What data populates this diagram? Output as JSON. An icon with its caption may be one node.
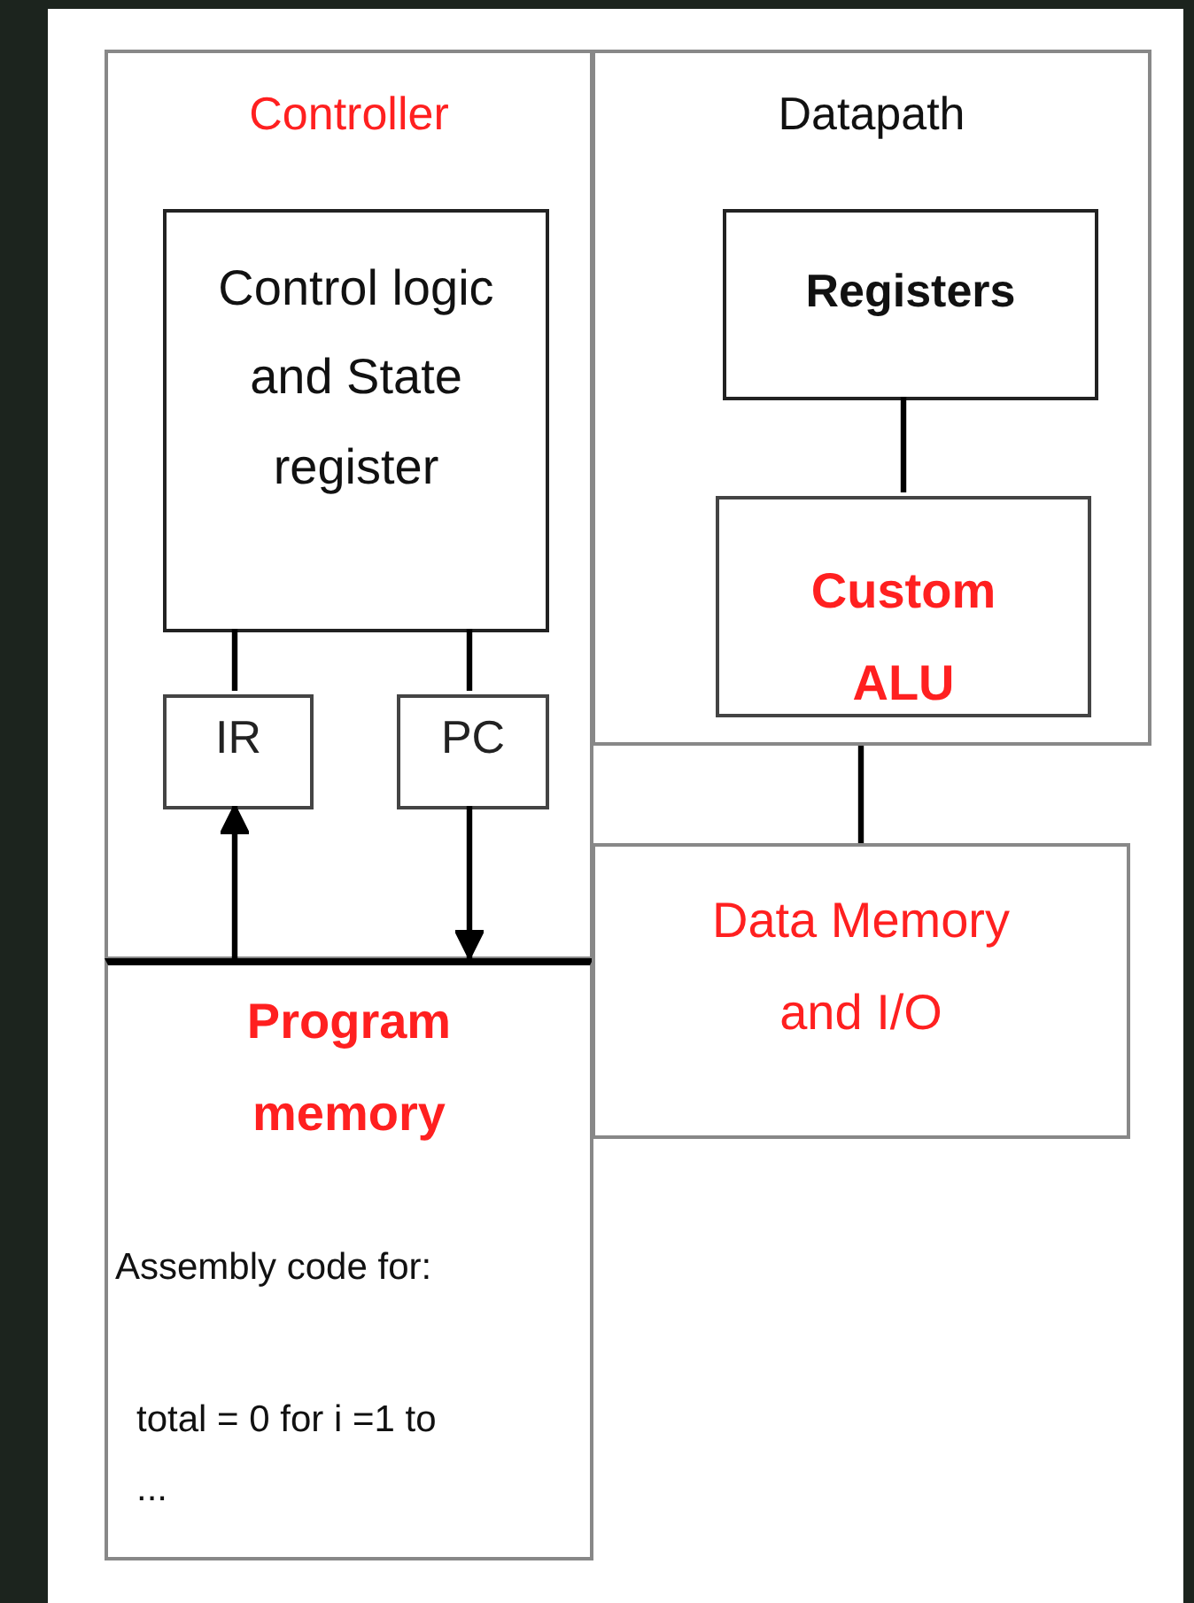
{
  "diagram": {
    "nodes": [
      {
        "text": [
          "Controller"
        ]
      },
      {
        "text": [
          "Control logic and State register"
        ],
        "in": 0
      },
      {
        "text": [
          "IR"
        ],
        "in": 0
      },
      {
        "text": [
          "PC"
        ],
        "in": 0
      },
      {
        "text": [
          "Datapath"
        ]
      },
      {
        "text": [
          "Registers"
        ],
        "in": 4
      },
      {
        "text": [
          "Custom ALU"
        ],
        "in": 4
      },
      {
        "text": [
          "Program memory",
          "Assembly code for:",
          "total = 0 for i =1 to ..."
        ]
      },
      {
        "text": [
          "Data Memory and I/O"
        ]
      }
    ],
    "edges": [
      {
        "from": 1,
        "to": 2,
        "arrow": "none"
      },
      {
        "from": 1,
        "to": 3,
        "arrow": "none"
      },
      {
        "from": 7,
        "to": 2,
        "arrow": "to"
      },
      {
        "from": 3,
        "to": 7,
        "arrow": "to"
      },
      {
        "from": 5,
        "to": 6,
        "arrow": "none"
      },
      {
        "from": 4,
        "to": 8,
        "arrow": "none"
      }
    ]
  }
}
